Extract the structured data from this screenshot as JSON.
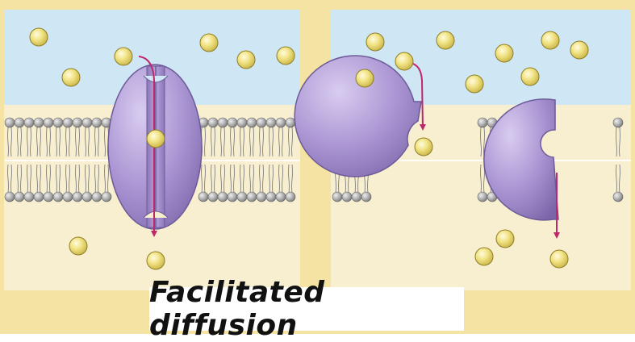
{
  "caption": "Facilitated diffusion",
  "colors": {
    "extracellular": "#cfe7f5",
    "cytoplasm": "#f7efcf",
    "border": "#f4e3a3",
    "lipid_head": "#9a9a9a",
    "protein": "#a995cf",
    "solute": "#efe07a",
    "arrow": "#c0266a"
  },
  "panels": [
    {
      "id": "channel-protein",
      "protein_count": 1
    },
    {
      "id": "carrier-protein",
      "protein_count": 2
    }
  ]
}
